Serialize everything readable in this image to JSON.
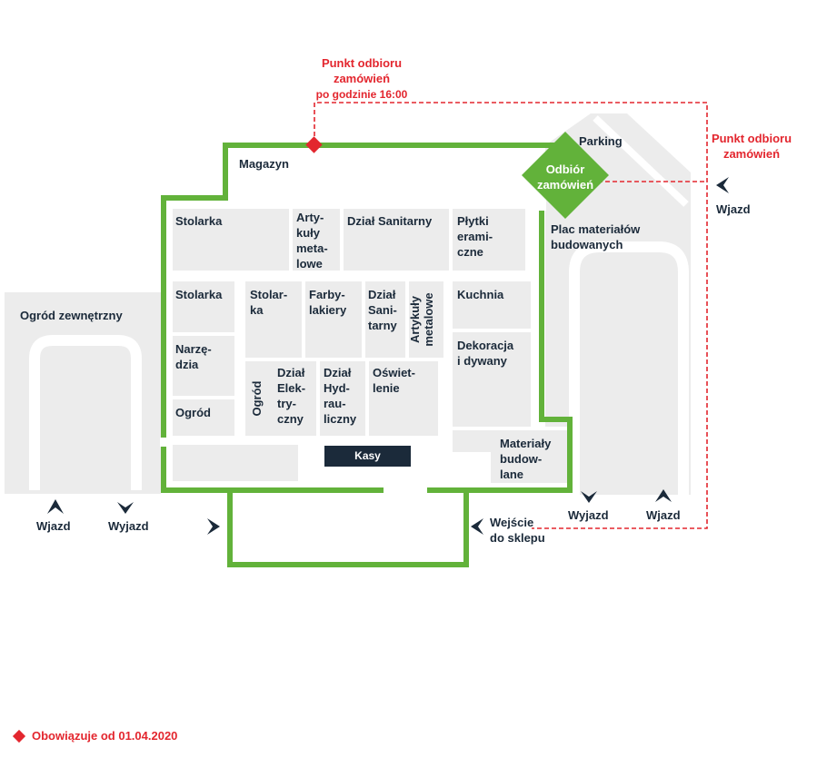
{
  "colors": {
    "green": "#62b23a",
    "navy": "#1b2a3a",
    "red": "#e3262e",
    "zone": "#ececec"
  },
  "pickup_top": {
    "title": "Punkt odbioru\nzamówień",
    "subtitle": "po godzinie 16:00"
  },
  "pickup_right": "Punkt odbioru\nzamówień",
  "pickup_badge": "Odbiór\nzamówień",
  "parking": "Parking",
  "departments": {
    "magazyn": "Magazyn",
    "stolarka1": "Stolarka",
    "artykuly": "Arty-\nkuły\nmeta-\nlowe",
    "sanitarny": "Dział Sanitarny",
    "plytki": "Płytki\nerami-\nczne",
    "plac": "Plac materiałów\nbudowanych",
    "stolarka2": "Stolarka",
    "stolarka3": "Stolar-\nka",
    "farby": "Farby-\nlakiery",
    "sanitarny2": "Dział\nSani-\ntarny",
    "artykuly2": "Artykuły\nmetalowe",
    "kuchnia": "Kuchnia",
    "narzedzia": "Narzę-\ndzia",
    "dekoracja": "Dekoracja\ni dywany",
    "elektryczny": "Dział\nElek-\ntry-\nczny",
    "hydrauliczny": "Dział\nHyd-\nrau-\nliczny",
    "oswietlenie": "Oświet-\nlenie",
    "ogrod": "Ogród",
    "ogrod_vert": "Ogród",
    "kasy": "Kasy",
    "materialy": "Materiały\nbudow-\nlane",
    "ogrod_zew": "Ogród zewnętrzny"
  },
  "entrances": {
    "wjazd_left": "Wjazd",
    "wyjazd_left": "Wyjazd",
    "wejscie": "Wejście\ndo sklepu",
    "wyjazd_right": "Wyjazd",
    "wjazd_right": "Wjazd",
    "wjazd_far_right": "Wjazd"
  },
  "footer": "Obowiązuje od 01.04.2020"
}
